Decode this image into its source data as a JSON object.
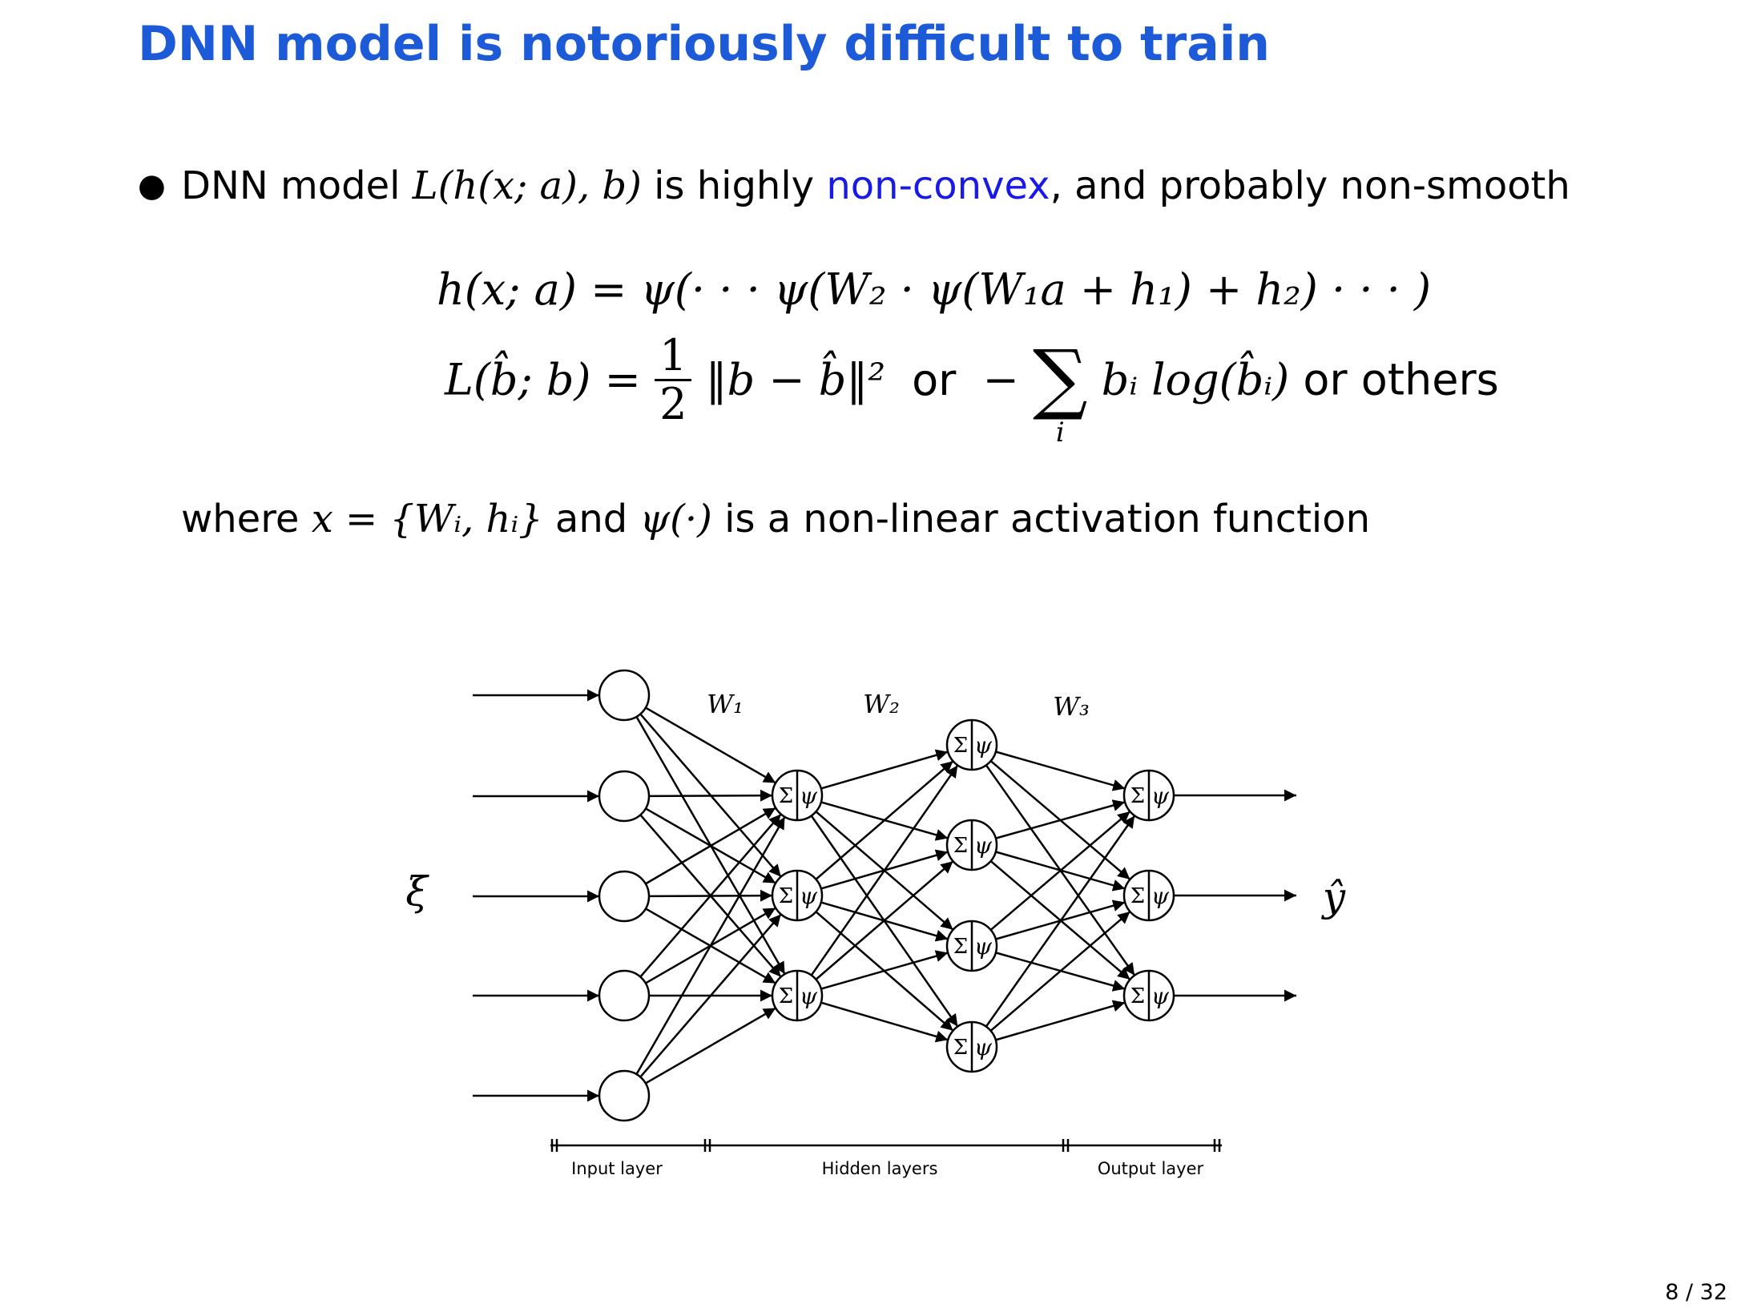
{
  "slide": {
    "title": "DNN model is notoriously difficult to train",
    "page_number": "8 / 32"
  },
  "bullet": {
    "text_1": "DNN model",
    "math_1": "L(h(x; a), b)",
    "text_2": "is highly",
    "highlight": "non-convex",
    "text_3": ", and probably non-smooth"
  },
  "equations": {
    "eq1": "h(x; a) = ψ(· · · ψ(W₂ · ψ(W₁a + h₁) + h₂) · · · )",
    "eq2_lhs": "L(b̂; b) = ",
    "eq2_frac_num": "1",
    "eq2_frac_den": "2",
    "eq2_norm": "‖b − b̂‖²",
    "eq2_or1": "or",
    "eq2_minus": "−",
    "eq2_sum": "∑",
    "eq2_sum_index": "i",
    "eq2_term": "bᵢ log(b̂ᵢ)",
    "eq2_or2": "or others"
  },
  "where_line": {
    "text_1": "where",
    "math_1": "x = {Wᵢ, hᵢ}",
    "text_2": "and",
    "math_2": "ψ(·)",
    "text_3": "is a non-linear activation function"
  },
  "diagram": {
    "input_symbol": "ξ",
    "output_symbol": "ŷ",
    "weight_labels": [
      "W₁",
      "W₂",
      "W₃"
    ],
    "node_sum_symbol": "Σ",
    "node_act_symbol": "ψ",
    "layer_labels": [
      "Input layer",
      "Hidden layers",
      "Output layer"
    ],
    "layer_sizes": [
      5,
      3,
      4,
      3
    ]
  }
}
